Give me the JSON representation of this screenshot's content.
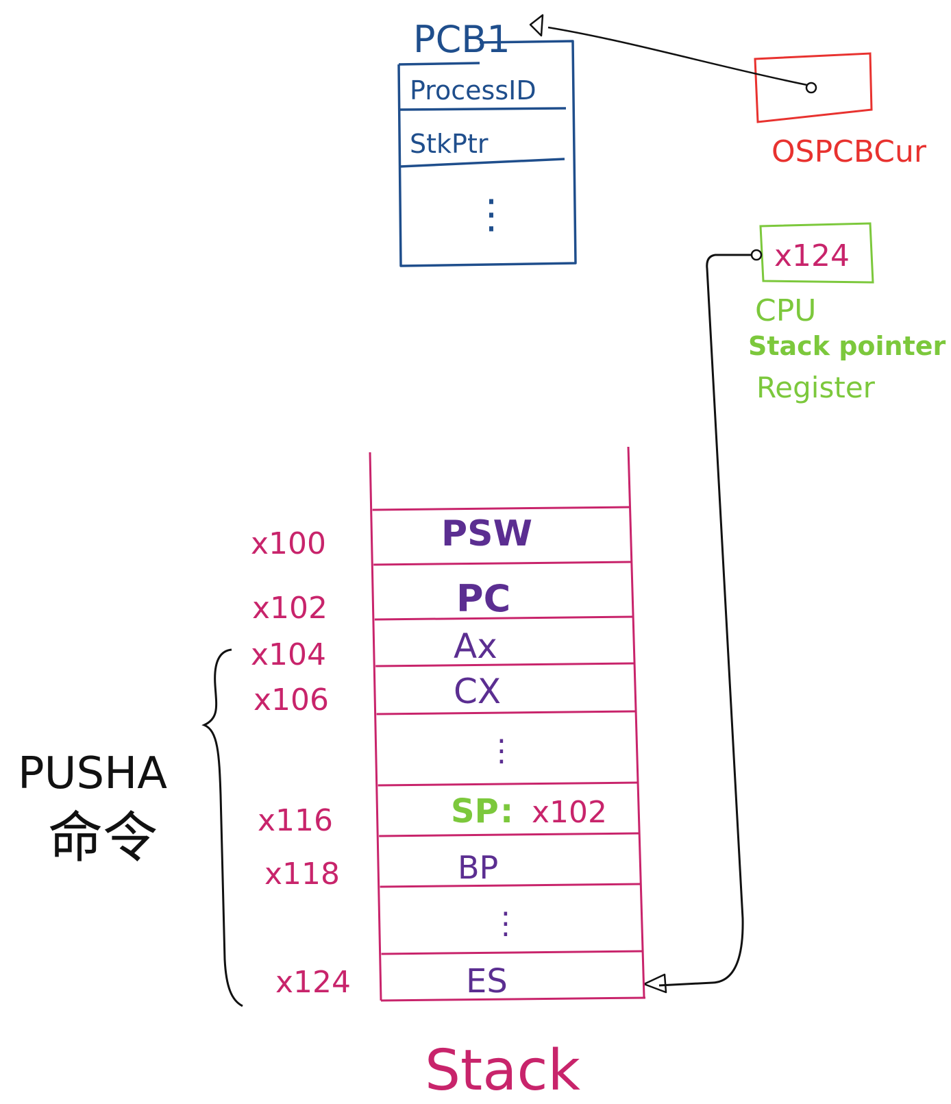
{
  "pcb": {
    "title": "PCB1",
    "fields": [
      "ProcessID",
      "StkPtr"
    ],
    "ellipsis": "⋮"
  },
  "ospcbcur": {
    "label": "OSPCBCur"
  },
  "cpu_sp": {
    "value": "x124",
    "label_line1": "CPU",
    "label_line2": "Stack pointer",
    "label_line3": "Register"
  },
  "stack": {
    "title": "Stack",
    "rows": [
      {
        "content": "PSW",
        "address": "x100"
      },
      {
        "content": "PC",
        "address": "x102"
      },
      {
        "content": "Ax",
        "address": "x104"
      },
      {
        "content": "CX",
        "address": "x106"
      },
      {
        "content": "⋮",
        "address": ""
      },
      {
        "content_sp": "SP",
        "content_sep": ":",
        "content_val": "x102",
        "address": "x116"
      },
      {
        "content": "BP",
        "address": "x118"
      },
      {
        "content": "⋮",
        "address": ""
      },
      {
        "content": "ES",
        "address": "x124"
      }
    ]
  },
  "pusha": {
    "line1": "PUSHA",
    "line2": "命令"
  },
  "colors": {
    "pcb": "#1f4e8c",
    "ospcbcur": "#e8322f",
    "cpu": "#7cc83c",
    "stack": "#c8246b",
    "registers": "#5b2e91",
    "arrows": "#111111"
  }
}
